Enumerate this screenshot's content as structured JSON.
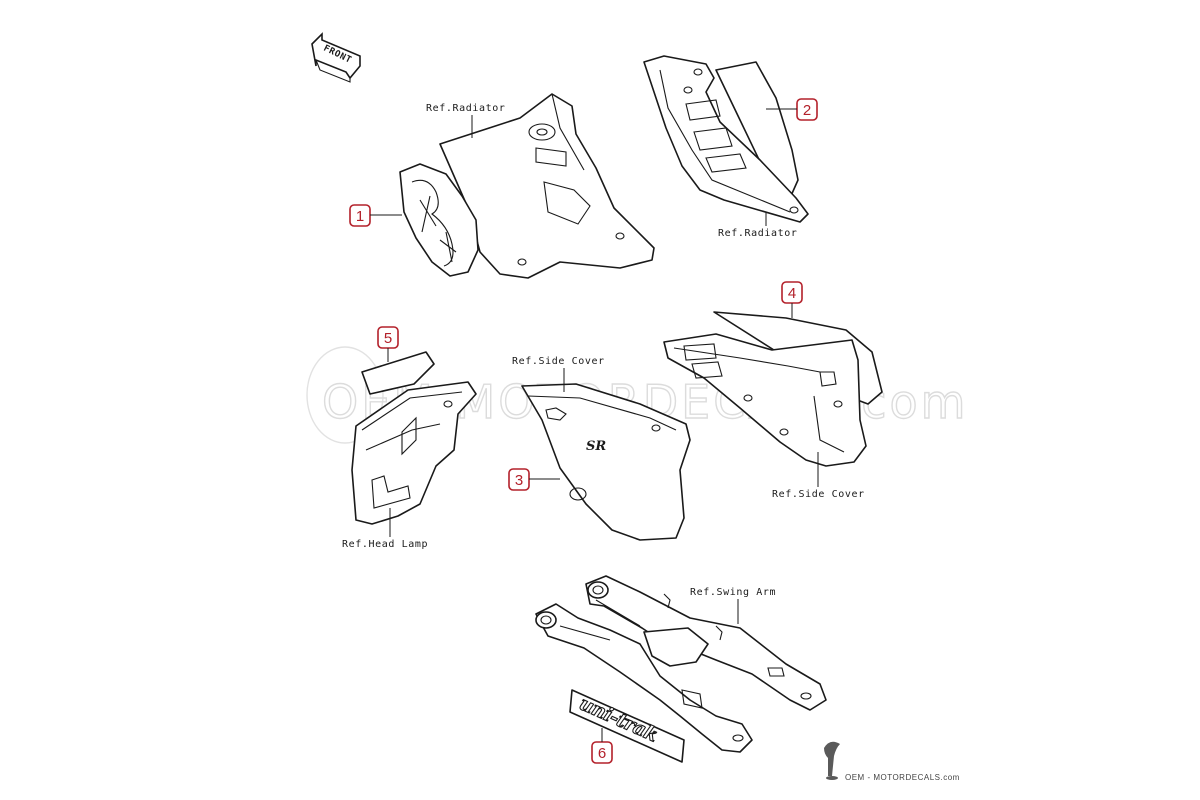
{
  "front_marker": "FRONT",
  "reference_labels": {
    "radiator_left": "Ref.Radiator",
    "radiator_right": "Ref.Radiator",
    "side_cover_center": "Ref.Side Cover",
    "side_cover_right": "Ref.Side Cover",
    "head_lamp": "Ref.Head Lamp",
    "swing_arm": "Ref.Swing Arm"
  },
  "callouts": [
    {
      "number": "1"
    },
    {
      "number": "2"
    },
    {
      "number": "3"
    },
    {
      "number": "4"
    },
    {
      "number": "5"
    },
    {
      "number": "6"
    }
  ],
  "decal_texts": {
    "side_cover_badge": "SR",
    "swing_arm_decal": "uni-trak"
  },
  "watermark": "OEM-MOTORDECALS.com",
  "brand_footer": "OEM - MOTORDECALS.com",
  "colors": {
    "callout": "#b3202a",
    "line": "#1a1a1a",
    "watermark": "#dcdcdc"
  }
}
